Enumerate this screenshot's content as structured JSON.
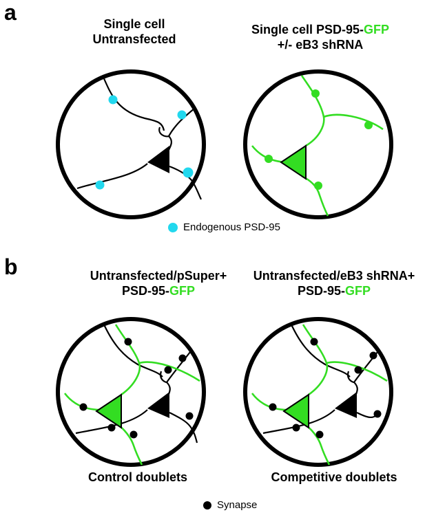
{
  "panel_a": {
    "letter": "a",
    "left_title": [
      "Single cell",
      "Untransfected"
    ],
    "right_title_line1_black": "Single cell PSD-95-",
    "right_title_line1_green": "GFP",
    "right_title_line2": "+/- eB3 shRNA",
    "legend": "Endogenous PSD-95"
  },
  "panel_b": {
    "letter": "b",
    "left_title_line1": "Untransfected/pSuper+",
    "left_title_line2_black": "PSD-95-",
    "left_title_line2_green": "GFP",
    "right_title_line1": "Untransfected/eB3 shRNA+",
    "right_title_line2_black": "PSD-95-",
    "right_title_line2_green": "GFP",
    "left_caption": "Control doublets",
    "right_caption": "Competitive doublets",
    "legend": "Synapse"
  },
  "colors": {
    "gfp_green": "#33dd22",
    "psd95_cyan": "#22d8ee",
    "synapse_black": "#000000"
  }
}
